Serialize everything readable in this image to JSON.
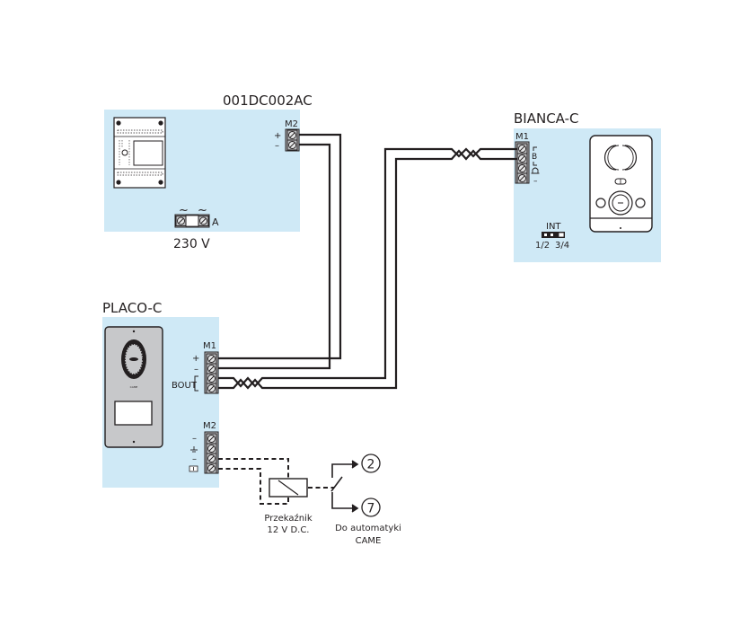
{
  "devices": {
    "power_supply": {
      "title": "001DC002AC",
      "terminal_block": "M2",
      "terminal_plus": "+",
      "terminal_minus": "–",
      "ac_symbol_left": "~",
      "ac_symbol_right": "~",
      "ac_terminal_label": "A",
      "voltage": "230 V"
    },
    "handset": {
      "title": "BIANCA-C",
      "terminal_block": "M1",
      "terminal_label_b": "B",
      "terminal_label_minus": "–",
      "jumper_label": "INT",
      "jumper_left": "1/2",
      "jumper_right": "3/4"
    },
    "door_panel": {
      "title": "PLACO-C",
      "m1_block": "M1",
      "m1_plus": "+",
      "m1_minus": "–",
      "m1_bout": "BOUT",
      "m2_block": "M2",
      "m2_minus1": "–",
      "m2_minus2": "–",
      "brand_mark": "CAME"
    },
    "relay": {
      "label_line1": "Przekaźnik",
      "label_line2": "12 V D.C."
    },
    "outputs": {
      "terminal_a": "2",
      "terminal_b": "7",
      "label_line1": "Do automatyki",
      "label_line2": "CAME"
    }
  },
  "colors": {
    "panel_bg": "#cfe9f6",
    "wire": "#231f20",
    "terminal_fill": "#bcbec0",
    "device_gray": "#c7c8ca"
  }
}
